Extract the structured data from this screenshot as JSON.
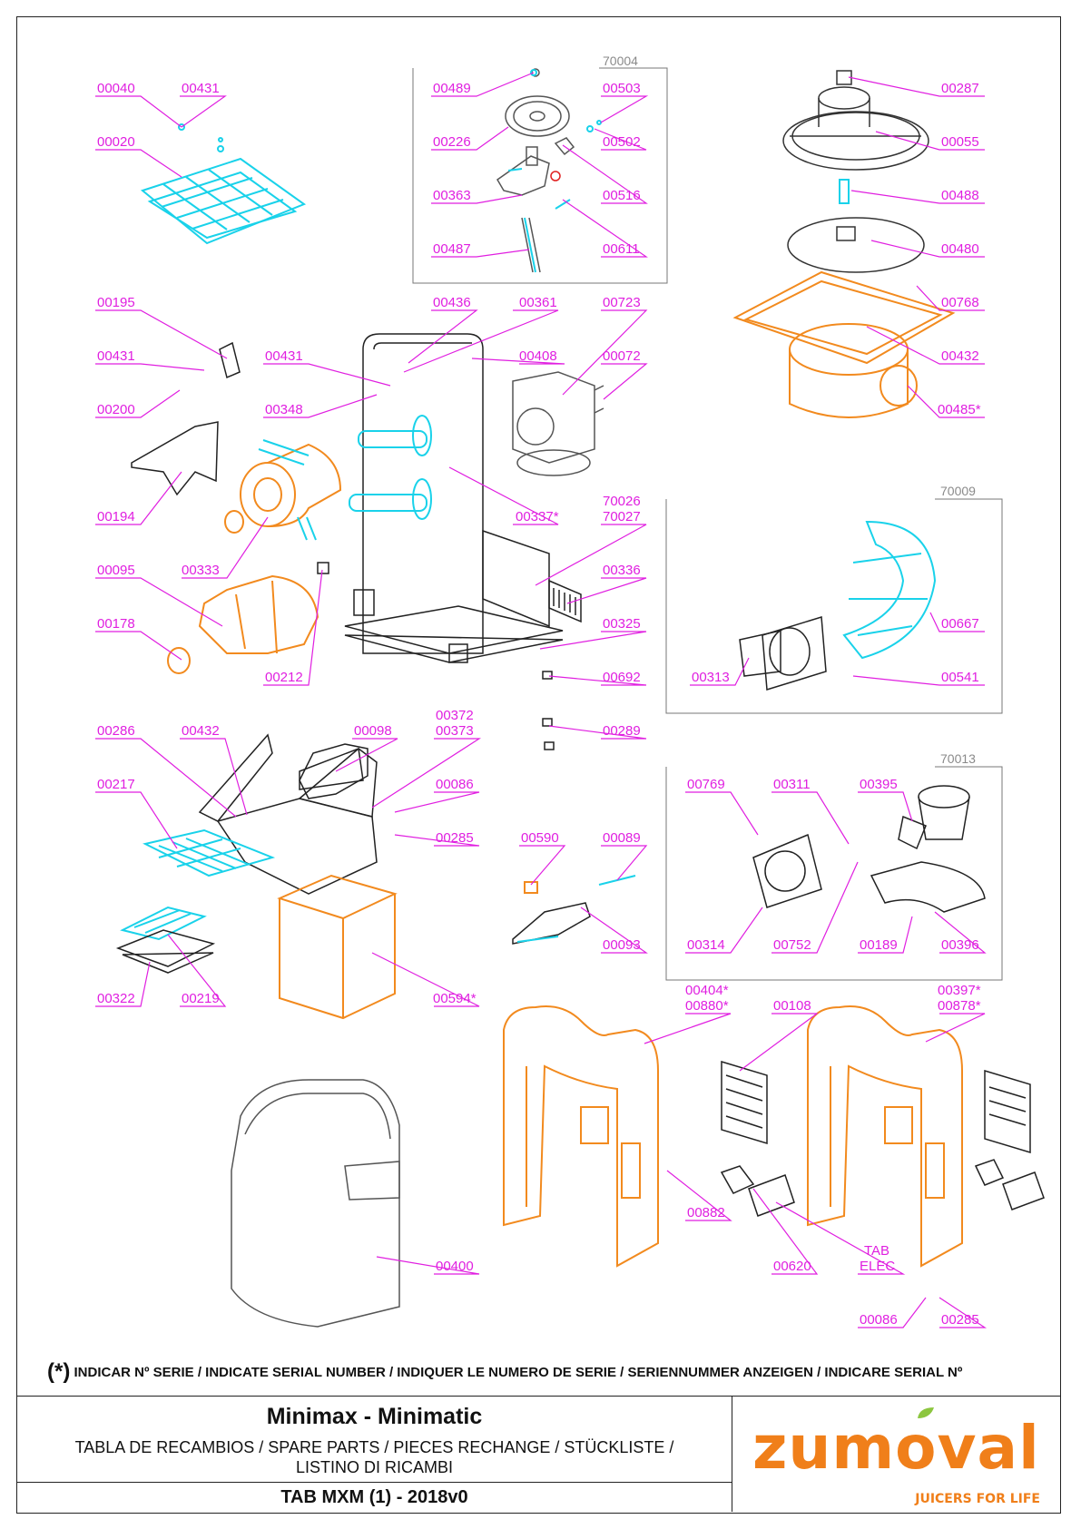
{
  "group_labels": {
    "g70004": "70004",
    "g70009": "70009",
    "g70013": "70013"
  },
  "parts": {
    "p00040": "00040",
    "p00431a": "00431",
    "p00020": "00020",
    "p00489": "00489",
    "p00503": "00503",
    "p00226": "00226",
    "p00502": "00502",
    "p00363": "00363",
    "p00516": "00516",
    "p00487": "00487",
    "p00611": "00611",
    "p00287": "00287",
    "p00055": "00055",
    "p00488": "00488",
    "p00480": "00480",
    "p00768": "00768",
    "p00432a": "00432",
    "p00485": "00485*",
    "p00195": "00195",
    "p00436": "00436",
    "p00361": "00361",
    "p00723": "00723",
    "p00431b": "00431",
    "p00431c": "00431",
    "p00408": "00408",
    "p00072": "00072",
    "p00200": "00200",
    "p00348": "00348",
    "p00337": "00337*",
    "p70026": "70026",
    "p70027": "70027",
    "p00194": "00194",
    "p00333": "00333",
    "p00336": "00336",
    "p00095": "00095",
    "p00325": "00325",
    "p00178": "00178",
    "p00212": "00212",
    "p00692": "00692",
    "p00667": "00667",
    "p00313": "00313",
    "p00541": "00541",
    "p00372": "00372",
    "p00373": "00373",
    "p00286": "00286",
    "p00432b": "00432",
    "p00098": "00098",
    "p00289": "00289",
    "p00217": "00217",
    "p00086a": "00086",
    "p00285a": "00285",
    "p00590": "00590",
    "p00089": "00089",
    "p00093": "00093",
    "p00322": "00322",
    "p00219": "00219",
    "p00594": "00594*",
    "p00769": "00769",
    "p00311": "00311",
    "p00395": "00395",
    "p00314": "00314",
    "p00752": "00752",
    "p00189": "00189",
    "p00396": "00396",
    "p00404": "00404*",
    "p00880": "00880*",
    "p00108": "00108",
    "p00397": "00397*",
    "p00878": "00878*",
    "p00882": "00882",
    "p00400": "00400",
    "p00620": "00620",
    "p_tab": "TAB",
    "p_elec": "ELEC",
    "p00086b": "00086",
    "p00285b": "00285"
  },
  "note": {
    "star": "(*)",
    "text": "INDICAR Nº SERIE / INDICATE SERIAL NUMBER / INDIQUER LE NUMERO DE SERIE / SERIENNUMMER ANZEIGEN / INDICARE SERIAL Nº"
  },
  "title_block": {
    "title": "Minimax - Minimatic",
    "subtitle_line1": "TABLA DE RECAMBIOS / SPARE PARTS / PIECES RECHANGE / STÜCKLISTE /",
    "subtitle_line2": "LISTINO DI RICAMBI",
    "code": "TAB MXM (1) - 2018v0"
  },
  "logo": {
    "brand": "zumoval",
    "tagline": "JUICERS FOR LIFE"
  },
  "colors": {
    "label": "#e01fe0",
    "cyan_part": "#19d2ea",
    "orange_part": "#f28a1e",
    "black_part": "#2a2a2a",
    "grey_part": "#808080",
    "brand": "#f07f1a"
  }
}
